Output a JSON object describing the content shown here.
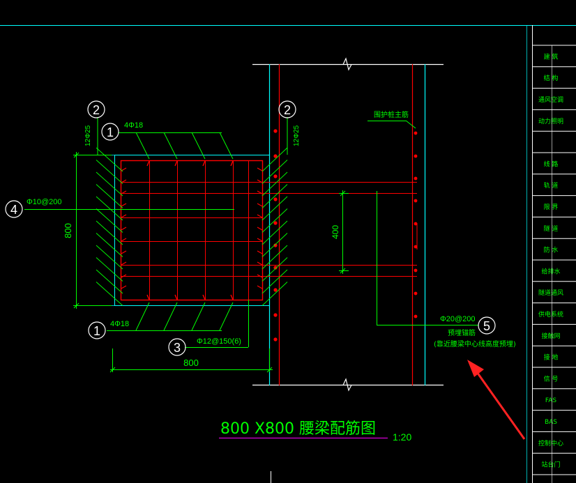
{
  "title": "800 X800 腰梁配筋图",
  "scale": "1:20",
  "markers": {
    "m1_top": "1",
    "m2_left": "2",
    "m2_right": "2",
    "m1_bottom": "1",
    "m3": "3",
    "m4": "4",
    "m5": "5"
  },
  "labels": {
    "top_bars": "4Φ18",
    "bottom_bars": "4Φ18",
    "side_left": "12Φ25",
    "side_right": "12Φ25",
    "stirrup": "Φ10@200",
    "tie": "Φ12@150(6)",
    "dim_h": "800",
    "dim_v": "800",
    "dim_400": "400",
    "pile_rebar": "围护桩主筋",
    "anchor_spec": "Φ20@200",
    "anchor_name": "预埋锚筋",
    "anchor_note": "(靠近腰梁中心线高度预埋)"
  },
  "side_table": {
    "items": [
      "建 筑",
      "结 构",
      "通风空调",
      "动力照明",
      "",
      "线 路",
      "轨 道",
      "限 界",
      "隧 道",
      "防 水",
      "给排水",
      "隧道通风",
      "供电系统",
      "接触网",
      "接 地",
      "信 号",
      "FAS",
      "BAS",
      "控制中心",
      "站台门"
    ]
  },
  "colors": {
    "background": "#000000",
    "cyan": "#00ffff",
    "red": "#ff0000",
    "green": "#00ff00",
    "white": "#ffffff",
    "magenta": "#ff00ff",
    "arrow": "#ff2222"
  }
}
